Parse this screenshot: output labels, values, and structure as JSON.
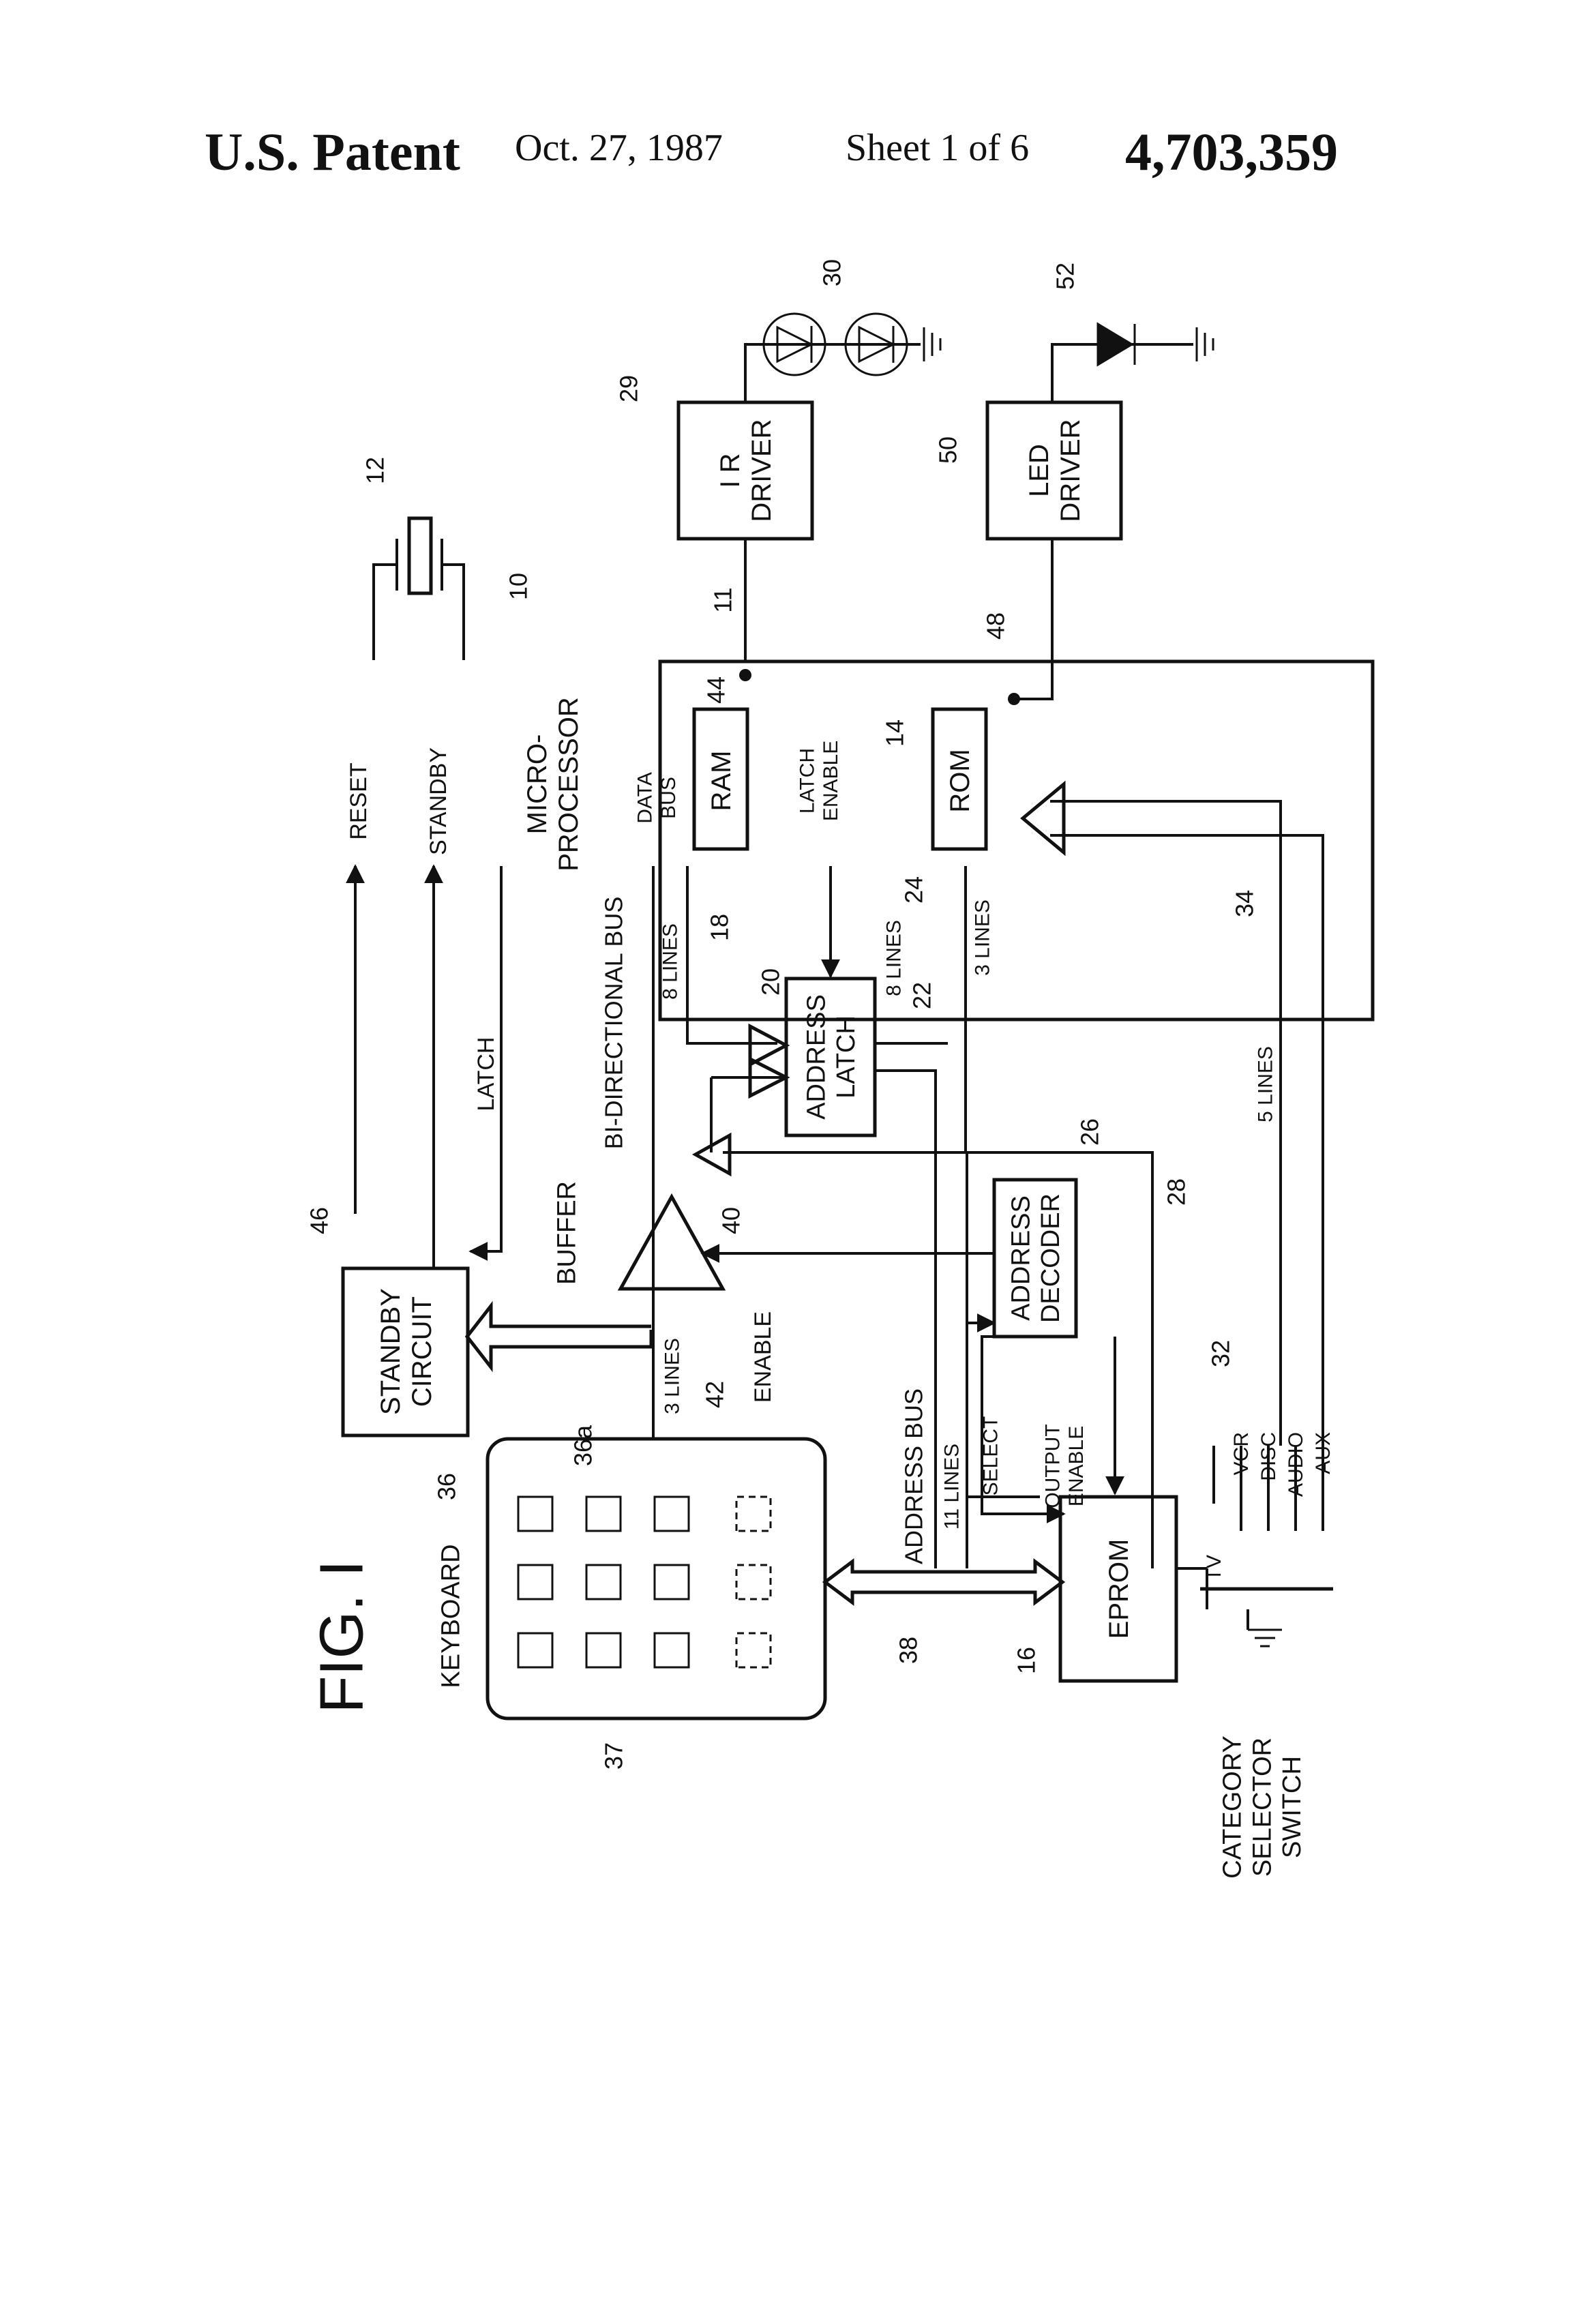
{
  "header": {
    "left": "U.S. Patent",
    "date": "Oct. 27, 1987",
    "sheet": "Sheet 1 of 6",
    "number": "4,703,359"
  },
  "figure": {
    "title": "FIG. I",
    "blocks": {
      "microprocessor": "MICRO-\nPROCESSOR",
      "reset": "RESET",
      "standby": "STANDBY",
      "data_bus": "DATA\nBUS",
      "ram": "RAM",
      "latch_enable": "LATCH\nENABLE",
      "rom": "ROM",
      "ir_driver": "I R\nDRIVER",
      "led_driver": "LED\nDRIVER",
      "address_latch": "ADDRESS\nLATCH",
      "address_decoder": "ADDRESS\nDECODER",
      "standby_circuit": "STANDBY\nCIRCUIT",
      "buffer": "BUFFER",
      "eprom": "EPROM",
      "keyboard": "KEYBOARD",
      "category_selector": "CATEGORY\nSELECTOR\nSWITCH"
    },
    "signals": {
      "bidirectional_bus": "BI-DIRECTIONAL BUS",
      "eight_lines_a": "8 LINES",
      "eight_lines_b": "8 LINES",
      "three_lines_a": "3 LINES",
      "three_lines_b": "3 LINES",
      "latch": "LATCH",
      "enable": "ENABLE",
      "address_bus": "ADDRESS BUS",
      "eleven_lines": "11 LINES",
      "select": "SELECT",
      "output_enable": "OUTPUT\nENABLE",
      "five_lines": "5 LINES"
    },
    "switch_positions": [
      "TV",
      "VCR",
      "DISC",
      "AUDIO",
      "AUX"
    ],
    "refs": {
      "r10": "10",
      "r11": "11",
      "r12": "12",
      "r14": "14",
      "r16": "16",
      "r18": "18",
      "r20": "20",
      "r22": "22",
      "r24": "24",
      "r26": "26",
      "r28": "28",
      "r29": "29",
      "r30": "30",
      "r32": "32",
      "r34": "34",
      "r36": "36",
      "r36a": "36a",
      "r37": "37",
      "r38": "38",
      "r40": "40",
      "r42": "42",
      "r44": "44",
      "r46": "46",
      "r48": "48",
      "r50": "50",
      "r52": "52"
    }
  }
}
